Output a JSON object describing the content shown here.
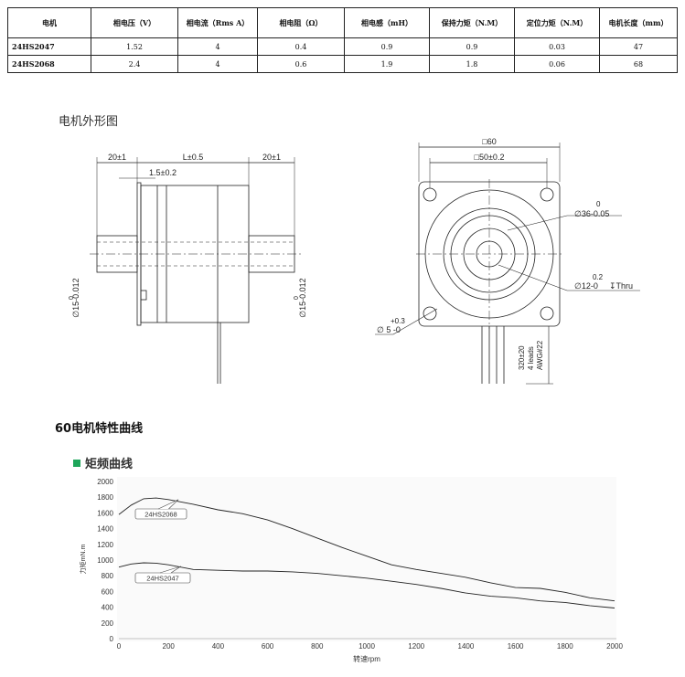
{
  "spec_table": {
    "headers": [
      "电机",
      "相电压（V）",
      "相电流（Rms A）",
      "相电阻（Ω）",
      "相电感（mH）",
      "保持力矩（N.M）",
      "定位力矩（N.M）",
      "电机长度（mm）"
    ],
    "rows": [
      [
        "24HS2047",
        "1.52",
        "4",
        "0.4",
        "0.9",
        "0.9",
        "0.03",
        "47"
      ],
      [
        "24HS2068",
        "2.4",
        "4",
        "0.6",
        "1.9",
        "1.8",
        "0.06",
        "68"
      ]
    ]
  },
  "dimension_drawing": {
    "title": "电机外形图",
    "side_view": {
      "dim_left_shaft": "20±1",
      "dim_body": "L±0.5",
      "dim_right_shaft": "20±1",
      "dim_flange": "1.5±0.2",
      "shaft_dia_left": "∅15-0.012",
      "shaft_dia_left_tol": "0",
      "shaft_dia_right": "∅15-0.012",
      "shaft_dia_right_tol": "0"
    },
    "front_view": {
      "dim_outer": "□60",
      "dim_hole_spacing": "□50±0.2",
      "pilot_dia": "∅36-0.05",
      "pilot_tol": "0",
      "hollow_dia": "∅12-0",
      "hollow_tol": "0.2",
      "hollow_note": "↧Thru",
      "mount_hole": "∅ 5 -0",
      "mount_tol": "+0.3",
      "lead_length": "320±20",
      "lead_count": "4 leads",
      "lead_gauge": "AWG#22"
    }
  },
  "curve_section_title": "60电机特性曲线",
  "chart_heading": "矩频曲线",
  "chart_data": {
    "type": "line",
    "title": "矩频曲线",
    "xlabel": "转速rpm",
    "ylabel": "力矩mN.m",
    "xlim": [
      0,
      2000
    ],
    "ylim": [
      0,
      2000
    ],
    "x_ticks": [
      "0",
      "200",
      "400",
      "600",
      "800",
      "1000",
      "1200",
      "1400",
      "1600",
      "1800",
      "2000"
    ],
    "y_ticks": [
      "0",
      "200",
      "400",
      "600",
      "800",
      "1000",
      "1200",
      "1400",
      "1600",
      "1800",
      "2000"
    ],
    "grid": false,
    "series": [
      {
        "name": "24HS2068",
        "x": [
          0,
          50,
          100,
          150,
          200,
          300,
          400,
          500,
          600,
          700,
          800,
          900,
          1000,
          1100,
          1200,
          1300,
          1400,
          1500,
          1600,
          1700,
          1800,
          1900,
          2000
        ],
        "y": [
          1580,
          1700,
          1780,
          1790,
          1770,
          1710,
          1640,
          1590,
          1510,
          1400,
          1280,
          1160,
          1050,
          940,
          880,
          830,
          780,
          710,
          650,
          640,
          590,
          520,
          480
        ]
      },
      {
        "name": "24HS2047",
        "x": [
          0,
          50,
          100,
          150,
          200,
          300,
          400,
          500,
          600,
          700,
          800,
          900,
          1000,
          1100,
          1200,
          1300,
          1400,
          1500,
          1600,
          1700,
          1800,
          1900,
          2000
        ],
        "y": [
          910,
          950,
          965,
          960,
          940,
          880,
          870,
          860,
          860,
          850,
          830,
          800,
          770,
          730,
          690,
          640,
          580,
          540,
          520,
          480,
          460,
          420,
          390
        ]
      }
    ],
    "annotations": [
      "24HS2068",
      "24HS2047"
    ]
  }
}
